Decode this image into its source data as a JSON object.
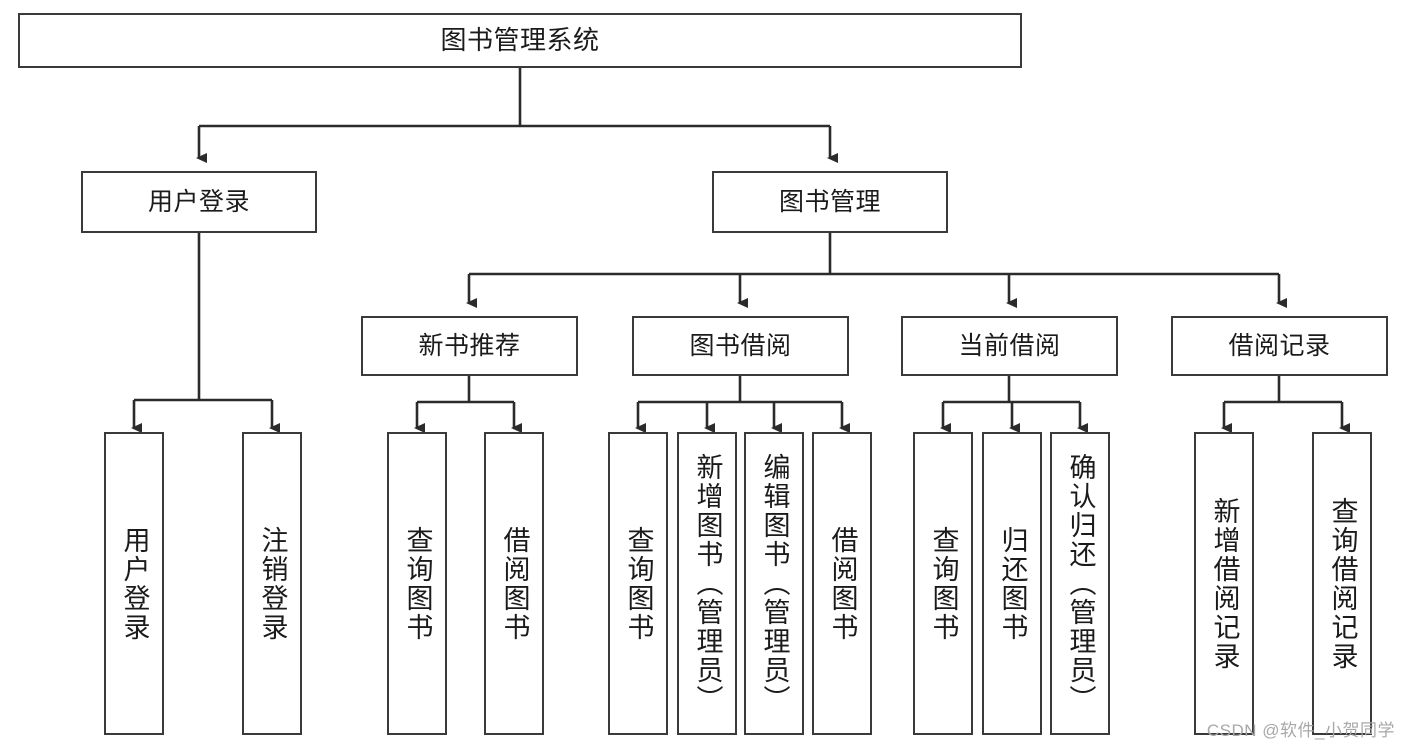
{
  "diagram": {
    "title": "图书管理系统",
    "type": "functional-structure-tree",
    "watermark": "CSDN @软件_小贺同学",
    "colors": {
      "border": "#3a3a3a",
      "text": "#1b1b1b",
      "background": "#ffffff",
      "watermark": "#a8a8a8"
    },
    "root": {
      "label": "图书管理系统"
    },
    "level2": [
      {
        "label": "用户登录"
      },
      {
        "label": "图书管理"
      }
    ],
    "level3": [
      {
        "label": "新书推荐"
      },
      {
        "label": "图书借阅"
      },
      {
        "label": "当前借阅"
      },
      {
        "label": "借阅记录"
      }
    ],
    "leaves": {
      "user_login": [
        {
          "label": "用户登录"
        },
        {
          "label": "注销登录"
        }
      ],
      "new_book_recommend": [
        {
          "label": "查询图书"
        },
        {
          "label": "借阅图书"
        }
      ],
      "book_borrow": [
        {
          "label": "查询图书"
        },
        {
          "label": "新增图书（管理员）"
        },
        {
          "label": "编辑图书（管理员）"
        },
        {
          "label": "借阅图书"
        }
      ],
      "current_borrow": [
        {
          "label": "查询图书"
        },
        {
          "label": "归还图书"
        },
        {
          "label": "确认归还（管理员）"
        }
      ],
      "borrow_record": [
        {
          "label": "新增借阅记录"
        },
        {
          "label": "查询借阅记录"
        }
      ]
    }
  }
}
